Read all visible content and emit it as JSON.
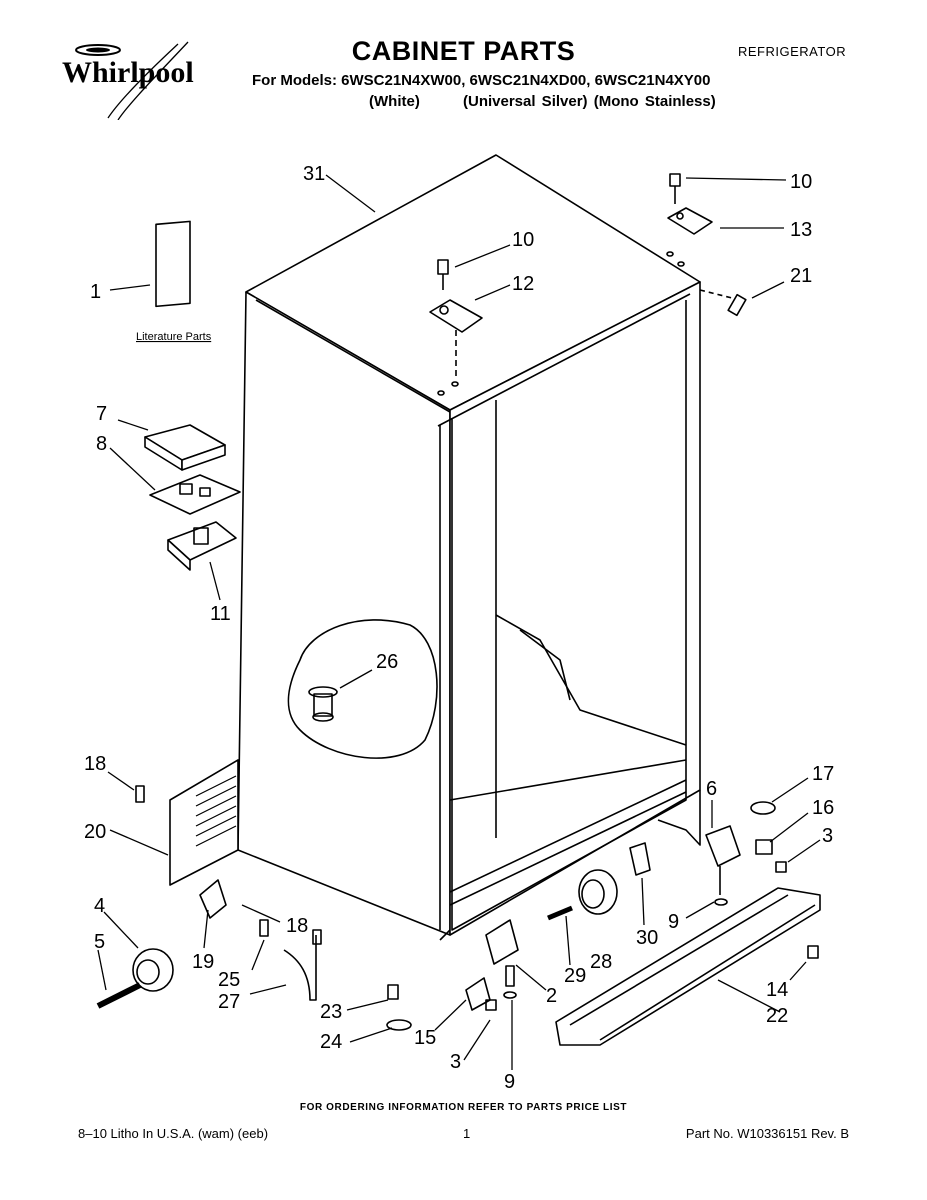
{
  "header": {
    "brand": "Whirlpool",
    "title": "CABINET PARTS",
    "models": "For Models: 6WSC21N4XW00, 6WSC21N4XD00, 6WSC21N4XY00",
    "colors": "(White)       (Universal Silver) (Mono Stainless)",
    "category": "REFRIGERATOR"
  },
  "diagram": {
    "literature_label": "Literature Parts",
    "callouts": {
      "c1": "1",
      "c2": "2",
      "c3a": "3",
      "c3b": "3",
      "c4": "4",
      "c5": "5",
      "c6": "6",
      "c7": "7",
      "c8": "8",
      "c9a": "9",
      "c9b": "9",
      "c10a": "10",
      "c10b": "10",
      "c11": "11",
      "c12": "12",
      "c13": "13",
      "c14": "14",
      "c15": "15",
      "c16": "16",
      "c17": "17",
      "c18a": "18",
      "c18b": "18",
      "c19": "19",
      "c20": "20",
      "c21": "21",
      "c22": "22",
      "c23": "23",
      "c24": "24",
      "c25": "25",
      "c26": "26",
      "c27": "27",
      "c28": "28",
      "c29": "29",
      "c30": "30",
      "c31": "31"
    }
  },
  "footer": {
    "order_note": "FOR ORDERING INFORMATION REFER TO PARTS PRICE LIST",
    "litho": "8–10 Litho In U.S.A. (wam) (eeb)",
    "page": "1",
    "part_no": "Part No. W10336151 Rev. B"
  }
}
